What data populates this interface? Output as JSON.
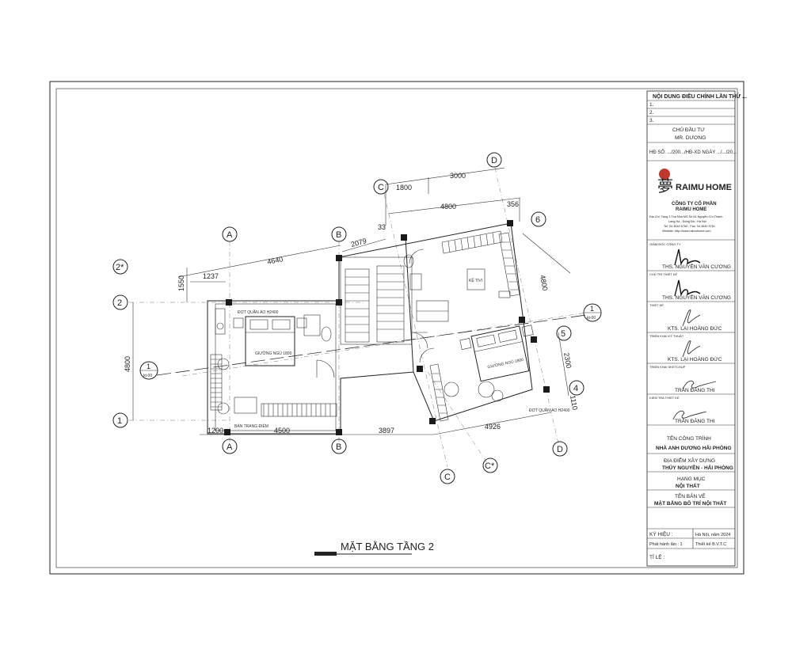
{
  "drawing_title": "MẶT BẰNG TẦNG 2",
  "grid": {
    "A": "A",
    "B": "B",
    "C": "C",
    "C_prime": "C*",
    "D": "D",
    "n1": "1",
    "n2": "2",
    "n2_prime": "2*",
    "n5": "5",
    "n6": "6"
  },
  "dims": {
    "top_1800": "1800",
    "top_3000": "3000",
    "top_4800": "4800",
    "top_356": "356",
    "top_33": "33",
    "slant_4640": "4640",
    "slant_2079": "2079",
    "left_1237": "1237",
    "left_1550": "1550",
    "left_4800": "4800",
    "bot_1200": "1200",
    "bot_4500": "4500",
    "bot_3897": "3897",
    "bot_4926": "4926",
    "right_4800": "4800",
    "right_2300": "2300",
    "right_1110": "1110"
  },
  "section_marks": {
    "left_num": "1",
    "left_ref": "kt-00",
    "right_num": "1",
    "right_ref": "kt-00"
  },
  "title_block": {
    "revision_header": "NỘI DUNG ĐIỀU CHỈNH LẦN THỨ ...",
    "rev1": "1.",
    "rev2": "2.",
    "rev3": "3.",
    "owner_label": "CHỦ ĐẦU TƯ",
    "owner_name": "MR. DƯƠNG",
    "contract": "HĐ SỐ: .../200.../HĐ-XD NGÀY .../.../20...",
    "brand_glyph": "夢",
    "brand_name_a": "RAIMU",
    "brand_name_b": "HOME",
    "company_line1": "CÔNG TY CỔ PHẦN",
    "company_line2": "RAIMU HOME",
    "addr1": "Địa Chỉ: Tầng 3 Tòa Nhà MS Số 61 Nguyễn Chí Thanh",
    "addr2": "Láng Hạ - Đống Đa - Hà Nội",
    "addr3": "Tel: 04 3640 5760 ; Fax: 04 3640 5761",
    "addr4": "Website: http://www.raimuhome.com",
    "role1": "GIÁM ĐỐC CÔNG TY",
    "name1": "THS. NGUYỄN VĂN CƯƠNG",
    "role2": "CHỦ TRÌ THIẾT KẾ",
    "name2": "THS. NGUYỄN VĂN CƯƠNG",
    "role3": "THIẾT KẾ",
    "name3": "KTS. LẠI HOÀNG ĐỨC",
    "role4": "TRIỂN KHAI KỸ THUẬT",
    "name4": "KTS. LẠI HOÀNG ĐỨC",
    "role5": "TRIỂN KHAI SKETCHUP",
    "name5": "TRẦN ĐĂNG THI",
    "role6": "KIỂM TRA THIẾT KẾ",
    "name6": "TRẦN ĐĂNG THI",
    "project_label": "TÊN CÔNG TRÌNH",
    "project_name": "NHÀ ANH DƯƠNG HẢI PHÒNG",
    "site_label": "ĐỊA ĐIỂM XÂY DỰNG",
    "site_name": "THỦY NGUYÊN - HẢI PHÒNG",
    "category_label": "HẠNG MỤC",
    "category_name": "NỘI THẤT",
    "sheet_label": "TÊN BẢN VẼ",
    "sheet_name": "MẶT BẰNG BỐ TRÍ NỘI THẤT",
    "symbol_label": "KÝ HIỆU :",
    "place_date": "Hà Nội, năm 2024",
    "issue": "Phát hành lần : 1",
    "stage": "Thiết kế B.V.T.C",
    "scale_label": "TỈ LỆ :"
  },
  "room_labels": {
    "bed1": "GIƯỜNG NGỦ 1800",
    "bed2": "GIƯỜNG NGỦ 1800",
    "wardrobe1": "ĐỢT QUẦN ÁO H2400",
    "wardrobe2": "ĐỢT QUẦN ÁO H2400",
    "tv": "KỆ TIVI",
    "desk": "BÀN TRANG ĐIỂM"
  }
}
